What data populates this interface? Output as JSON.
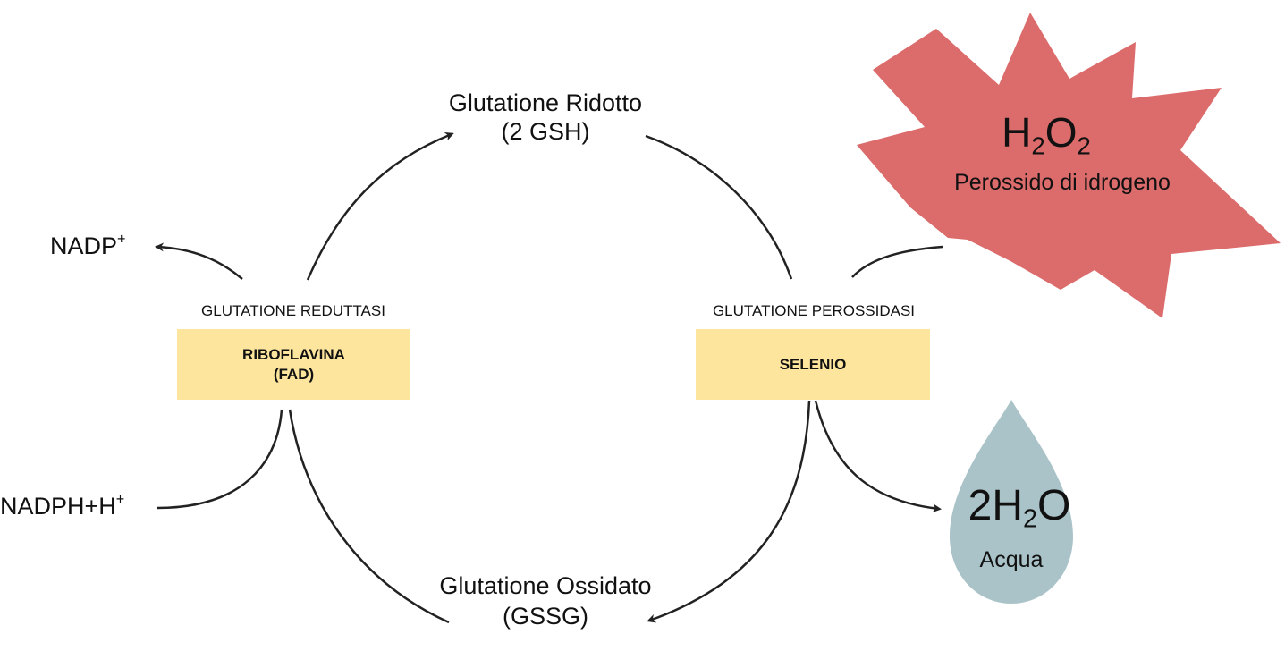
{
  "colors": {
    "line": "#222222",
    "cofactor_box": "#fde59e",
    "peroxide_star": "#dc6b6b",
    "water_drop": "#a9c3c8"
  },
  "nodes": {
    "reduced": {
      "name": "Glutatione Ridotto",
      "abbr": "(2 GSH)"
    },
    "oxidized": {
      "name": "Glutatione Ossidato",
      "abbr": "(GSSG)"
    },
    "nadp": {
      "base": "NADP",
      "sup": "+"
    },
    "nadph": {
      "base": "NADPH+H",
      "sup": "+"
    }
  },
  "enzymes": {
    "reductase": {
      "name": "GLUTATIONE REDUTTASI",
      "cofactor_line1": "RIBOFLAVINA",
      "cofactor_line2": "(FAD)"
    },
    "peroxidase": {
      "name": "GLUTATIONE PEROSSIDASI",
      "cofactor": "SELENIO"
    }
  },
  "peroxide": {
    "formula": {
      "a": "H",
      "sub_a": "2",
      "b": "O",
      "sub_b": "2"
    },
    "label": "Perossido di idrogeno",
    "shape_icon": "burst-star"
  },
  "water": {
    "formula": {
      "a": "2H",
      "sub": "2",
      "b": "O"
    },
    "label": "Acqua",
    "shape_icon": "water-drop"
  }
}
